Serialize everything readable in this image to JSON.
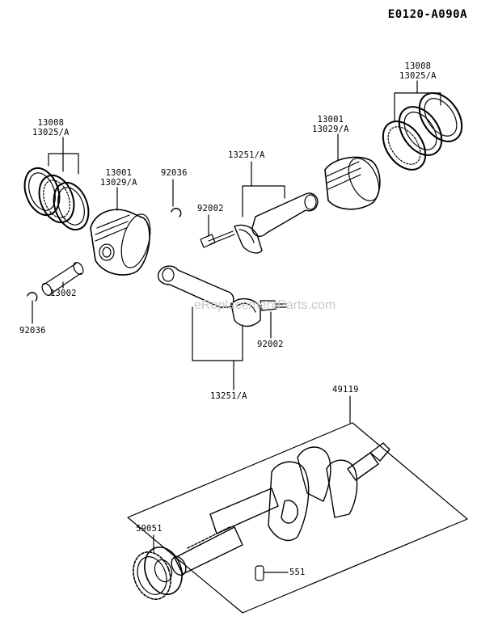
{
  "diagram_id": "E0120-A090A",
  "watermark": "eReplacementParts.com",
  "parts": {
    "rings_left": {
      "line1": "13008",
      "line2": "13025/A"
    },
    "piston_left": {
      "line1": "13001",
      "line2": "13029/A"
    },
    "clip_top_left": "92036",
    "rod_top": "13251/A",
    "bolt_top": "92002",
    "piston_right": {
      "line1": "13001",
      "line2": "13029/A"
    },
    "rings_right": {
      "line1": "13008",
      "line2": "13025/A"
    },
    "pin": "13002",
    "clip_bottom_left": "92036",
    "bolt_bottom": "92002",
    "rod_bottom": "13251/A",
    "crankshaft": "49119",
    "gear": "59051",
    "key": "551"
  }
}
